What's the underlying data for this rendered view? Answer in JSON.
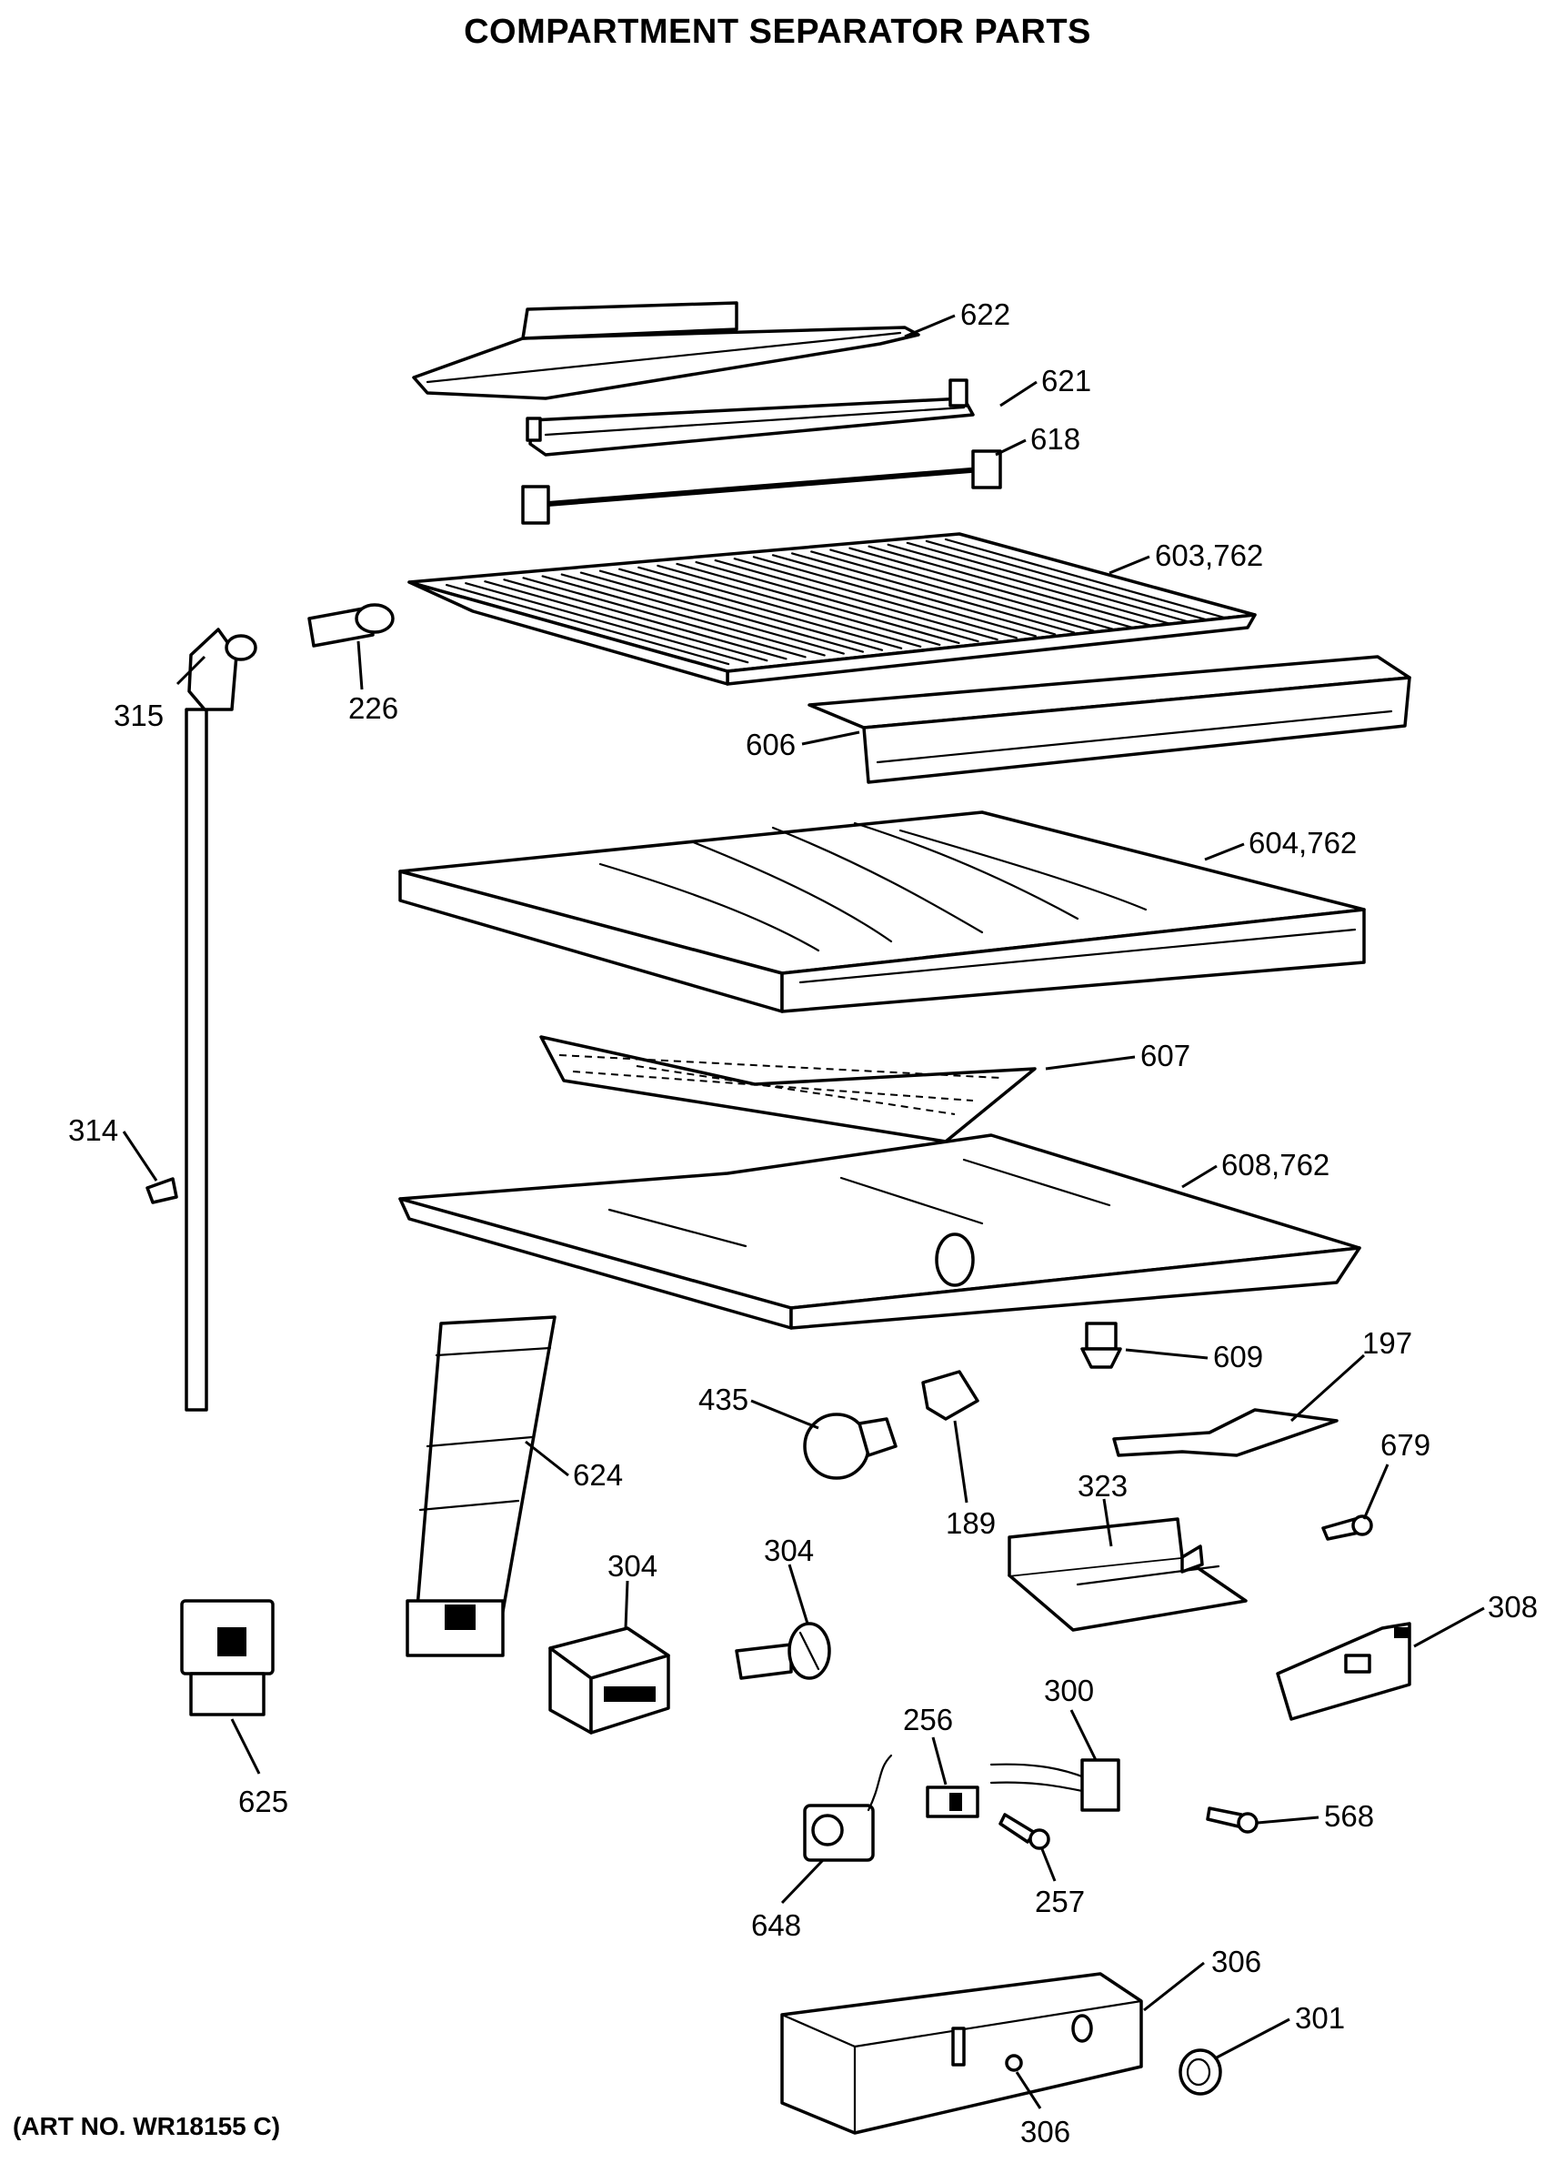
{
  "title": "COMPARTMENT SEPARATOR PARTS",
  "art_number": "(ART NO. WR18155 C)",
  "callouts": [
    {
      "id": "622",
      "text": "622"
    },
    {
      "id": "621",
      "text": "621"
    },
    {
      "id": "618",
      "text": "618"
    },
    {
      "id": "603",
      "text": "603,762"
    },
    {
      "id": "315",
      "text": "315"
    },
    {
      "id": "226",
      "text": "226"
    },
    {
      "id": "606",
      "text": "606"
    },
    {
      "id": "604",
      "text": "604,762"
    },
    {
      "id": "607",
      "text": "607"
    },
    {
      "id": "314",
      "text": "314"
    },
    {
      "id": "608",
      "text": "608,762"
    },
    {
      "id": "609",
      "text": "609"
    },
    {
      "id": "197",
      "text": "197"
    },
    {
      "id": "435",
      "text": "435"
    },
    {
      "id": "624",
      "text": "624"
    },
    {
      "id": "189",
      "text": "189"
    },
    {
      "id": "679",
      "text": "679"
    },
    {
      "id": "323",
      "text": "323"
    },
    {
      "id": "304a",
      "text": "304"
    },
    {
      "id": "304b",
      "text": "304"
    },
    {
      "id": "308",
      "text": "308"
    },
    {
      "id": "625",
      "text": "625"
    },
    {
      "id": "300",
      "text": "300"
    },
    {
      "id": "256",
      "text": "256"
    },
    {
      "id": "568",
      "text": "568"
    },
    {
      "id": "257",
      "text": "257"
    },
    {
      "id": "648",
      "text": "648"
    },
    {
      "id": "306a",
      "text": "306"
    },
    {
      "id": "301",
      "text": "301"
    },
    {
      "id": "306b",
      "text": "306"
    }
  ]
}
